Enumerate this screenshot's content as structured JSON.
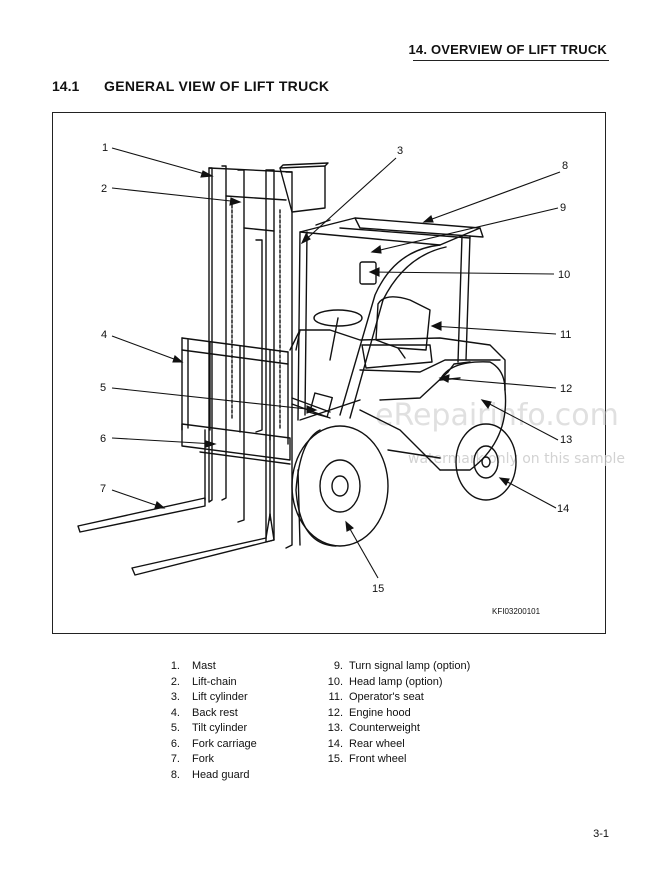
{
  "header": {
    "title": "14. OVERVIEW OF LIFT TRUCK"
  },
  "section": {
    "number": "14.1",
    "title": "GENERAL VIEW OF LIFT TRUCK"
  },
  "figure": {
    "code": "KFI03200101",
    "callouts": [
      "1",
      "2",
      "3",
      "4",
      "5",
      "6",
      "7",
      "8",
      "9",
      "10",
      "11",
      "12",
      "13",
      "14",
      "15"
    ],
    "watermark": "eRepairinfo.com",
    "watermark_sub": "watermark only on this sample"
  },
  "legend": {
    "left": [
      {
        "num": "1.",
        "label": "Mast"
      },
      {
        "num": "2.",
        "label": "Lift-chain"
      },
      {
        "num": "3.",
        "label": "Lift cylinder"
      },
      {
        "num": "4.",
        "label": "Back rest"
      },
      {
        "num": "5.",
        "label": "Tilt cylinder"
      },
      {
        "num": "6.",
        "label": "Fork carriage"
      },
      {
        "num": "7.",
        "label": "Fork"
      },
      {
        "num": "8.",
        "label": "Head guard"
      }
    ],
    "right": [
      {
        "num": "9.",
        "label": "Turn signal lamp (option)"
      },
      {
        "num": "10.",
        "label": "Head lamp (option)"
      },
      {
        "num": "11.",
        "label": "Operator's seat"
      },
      {
        "num": "12.",
        "label": "Engine hood"
      },
      {
        "num": "13.",
        "label": "Counterweight"
      },
      {
        "num": "14.",
        "label": "Rear wheel"
      },
      {
        "num": "15.",
        "label": "Front wheel"
      }
    ]
  },
  "footer": {
    "page": "3-1"
  }
}
